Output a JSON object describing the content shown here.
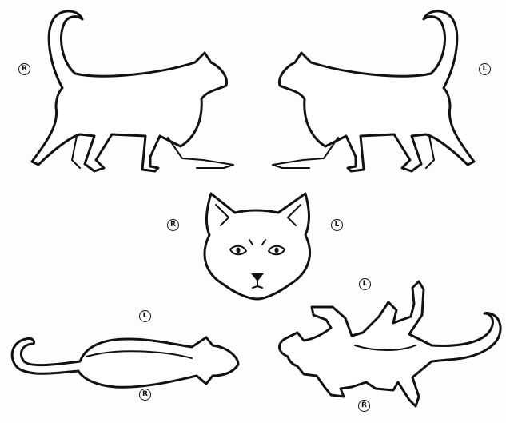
{
  "markers": {
    "side_view_left": "R",
    "side_view_right": "L",
    "face_left": "R",
    "face_right": "L",
    "top_view_right_upper": "L",
    "top_view_left_upper": "L",
    "top_view_left_lower": "R",
    "top_view_right_lower": "R"
  },
  "colors": {
    "line": "#111111",
    "background": "#fdfdfd"
  }
}
